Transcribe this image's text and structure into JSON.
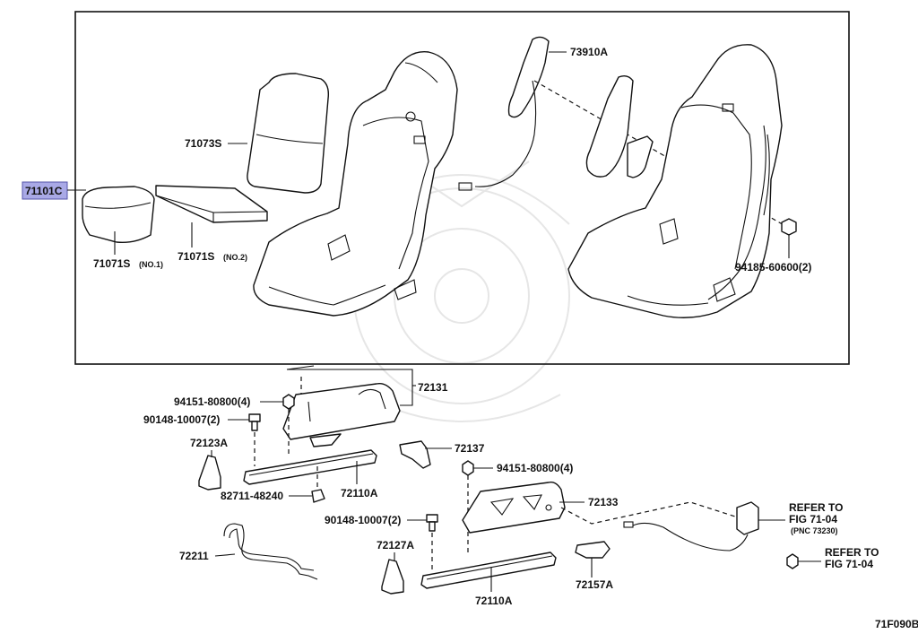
{
  "diagram": {
    "highlight_color": "#a9a9e6",
    "labels": {
      "seat_assembly": "71101C",
      "cushion_pad_no1": "71071S",
      "cushion_pad_no1_suffix": "(NO.1)",
      "cushion_pad_no2": "71071S",
      "cushion_pad_no2_suffix": "(NO.2)",
      "back_pad": "71073S",
      "side_airbag": "73910A",
      "nut_seat": "94185-60600(2)",
      "adjuster_bracket_upper": "72131",
      "nut_upper_left": "94151-80800(4)",
      "bolt_upper_left": "90148-10007(2)",
      "cover_left": "72123A",
      "track_left": "72110A",
      "nut_center": "82711-48240",
      "cover_small": "72137",
      "nut_right": "94151-80800(4)",
      "bracket_right": "72133",
      "bolt_lower": "90148-10007(2)",
      "cover_right": "72127A",
      "track_right": "72110A",
      "cover_end": "72157A",
      "lever": "72211",
      "refer_1_line1": "REFER TO",
      "refer_1_line2": "FIG 71-04",
      "refer_1_line3": "(PNC 73230)",
      "refer_2_line1": "REFER TO",
      "refer_2_line2": "FIG 71-04",
      "figure_code": "71F090B"
    }
  }
}
